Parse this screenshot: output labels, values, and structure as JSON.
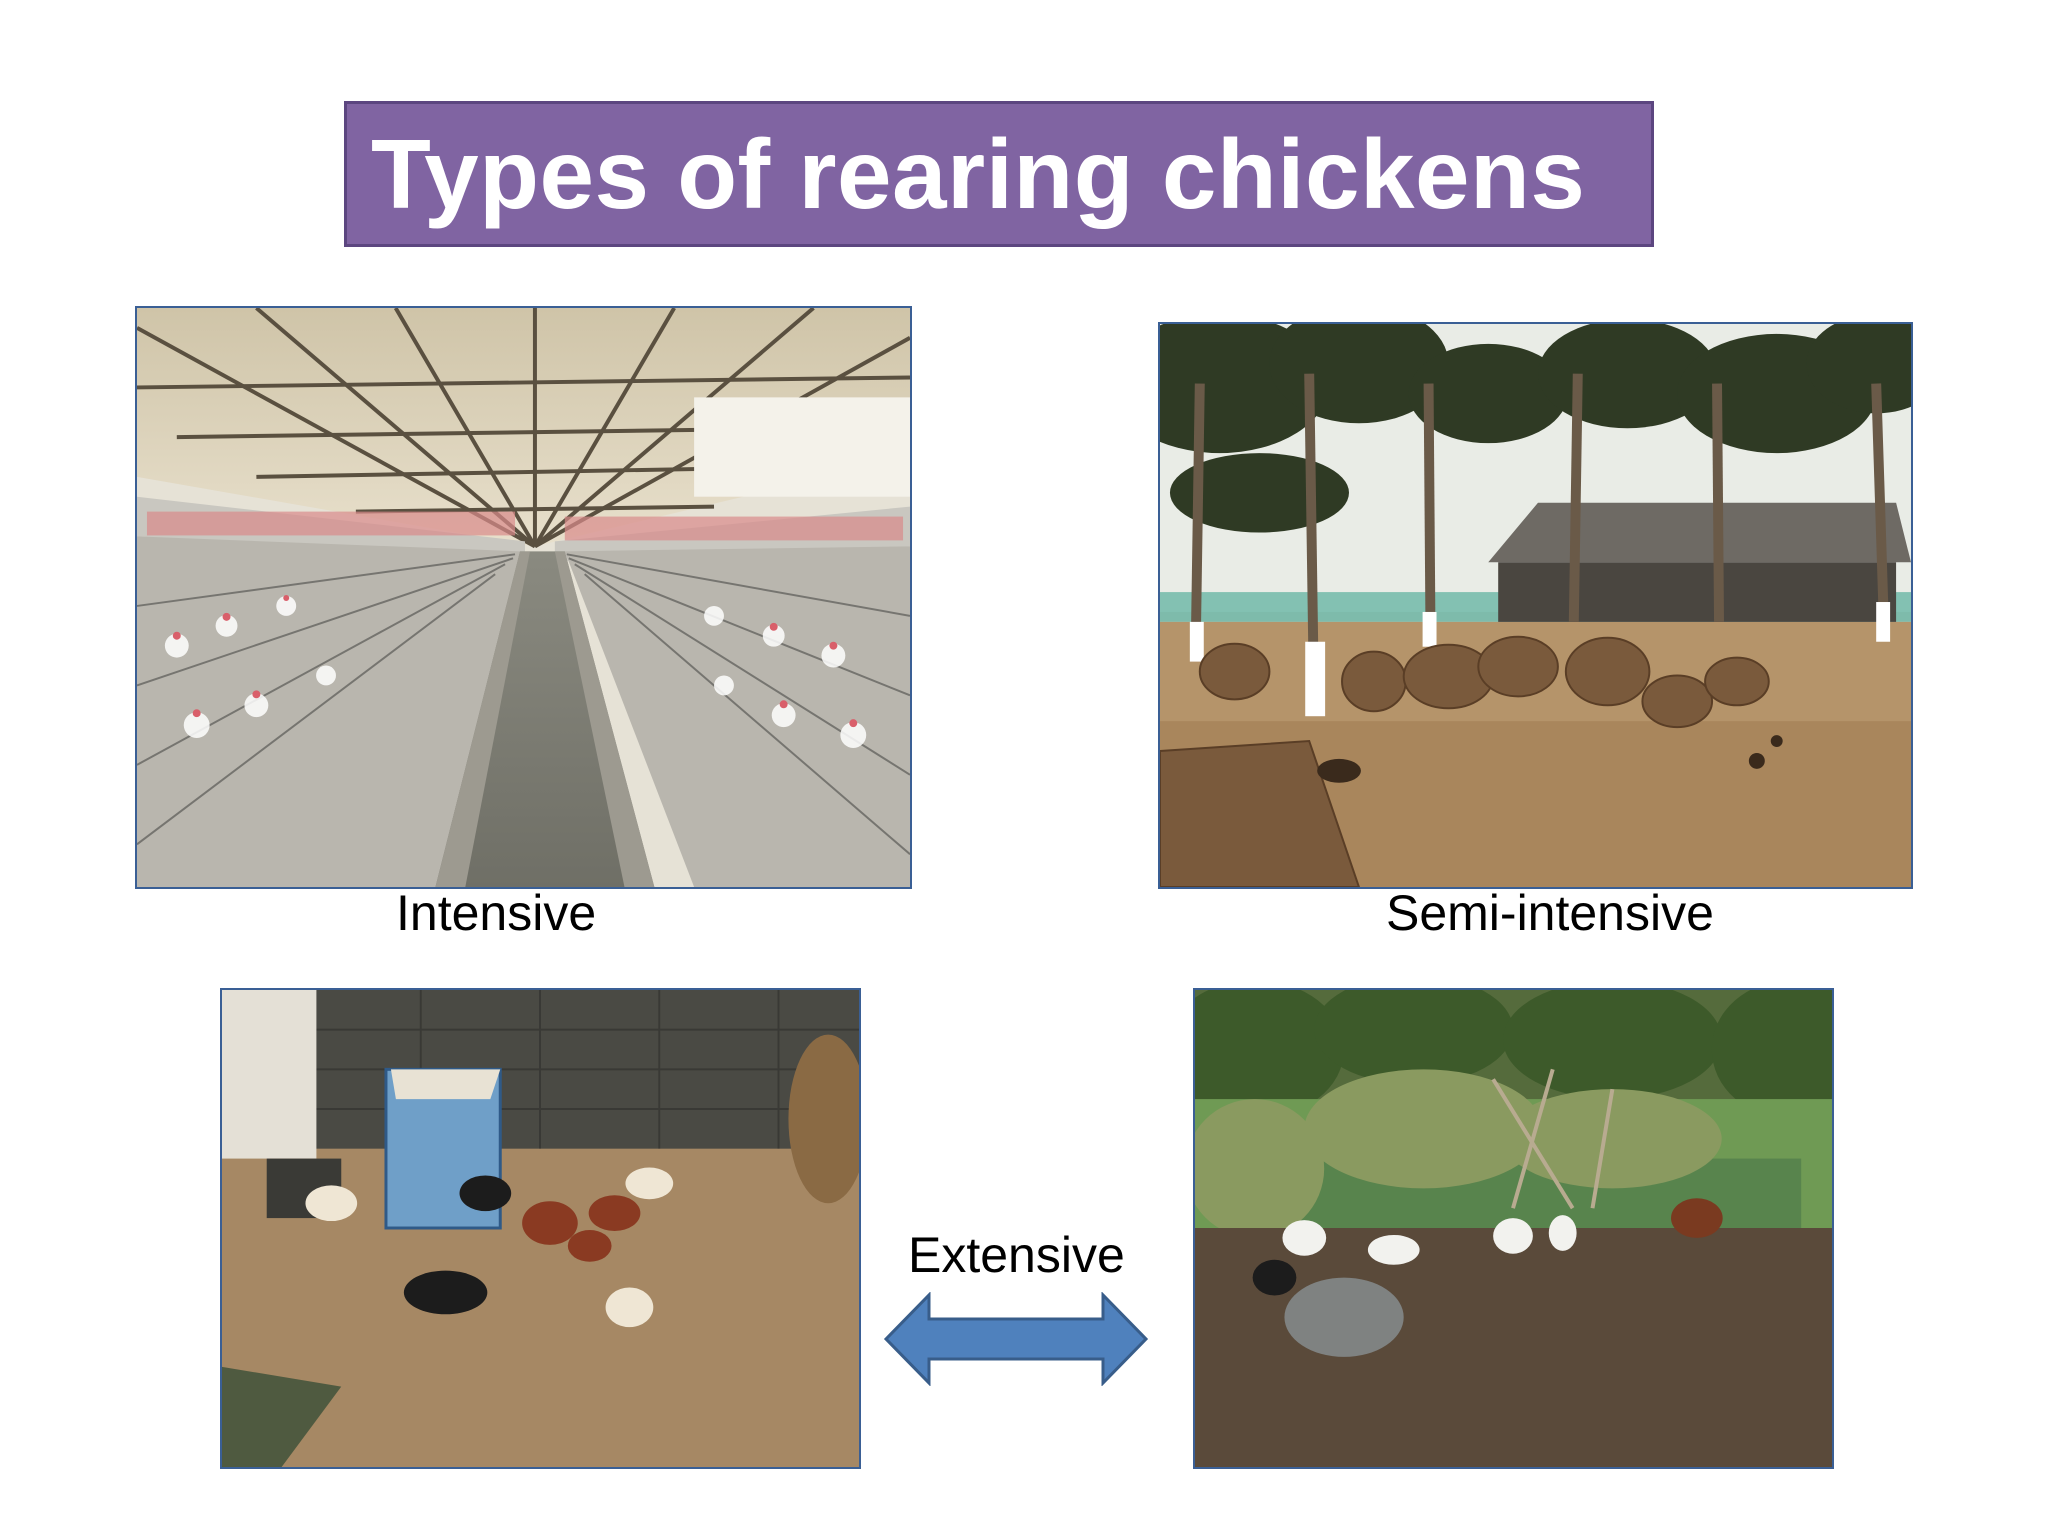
{
  "slide": {
    "title": "Types of rearing chickens",
    "title_color": "#8064a2",
    "photos": [
      {
        "caption": "Intensive"
      },
      {
        "caption": "Semi-intensive"
      },
      {
        "caption": "Extensive"
      }
    ],
    "arrow_icon": "double-headed-arrow-icon",
    "arrow_color": "#4f81bd"
  }
}
